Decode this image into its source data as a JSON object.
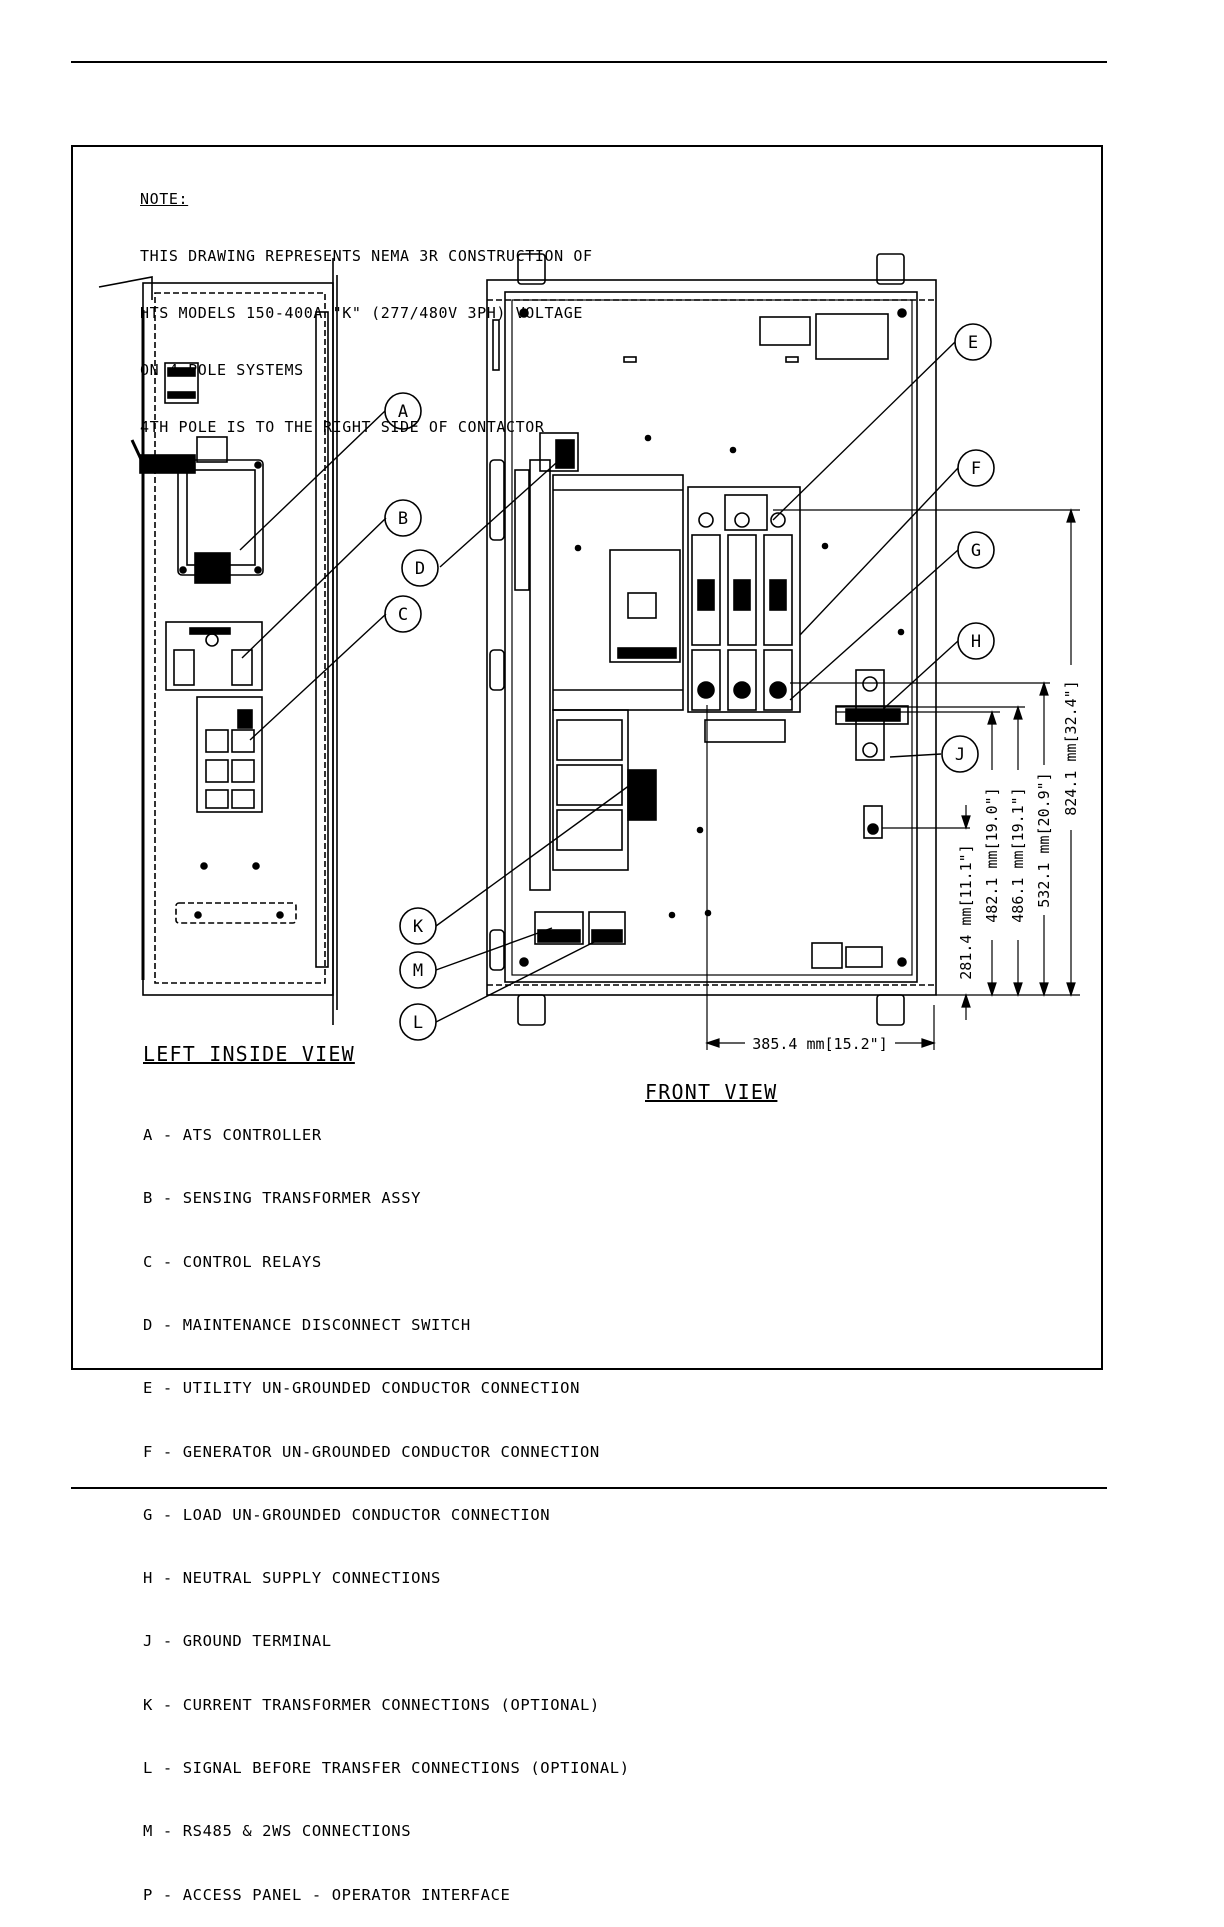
{
  "note": {
    "heading": "NOTE:",
    "lines": [
      "THIS DRAWING REPRESENTS NEMA 3R CONSTRUCTION OF",
      "HTS MODELS 150-400A \"K\" (277/480V 3PH) VOLTAGE",
      "ON 4 POLE SYSTEMS",
      "4TH POLE IS TO THE RIGHT SIDE OF CONTACTOR"
    ]
  },
  "views": {
    "left": "LEFT INSIDE VIEW",
    "front": "FRONT VIEW"
  },
  "callouts": {
    "A": "A",
    "B": "B",
    "C": "C",
    "D": "D",
    "E": "E",
    "F": "F",
    "G": "G",
    "H": "H",
    "J": "J",
    "K": "K",
    "L": "L",
    "M": "M"
  },
  "dimensions": {
    "width": "385.4 mm[15.2\"]",
    "d1": "281.4 mm[11.1\"]",
    "d2": "482.1 mm[19.0\"]",
    "d3": "486.1 mm[19.1\"]",
    "d4": "532.1 mm[20.9\"]",
    "d5": "824.1 mm[32.4\"]"
  },
  "legend": [
    "A - ATS CONTROLLER",
    "B - SENSING TRANSFORMER ASSY",
    "C - CONTROL RELAYS",
    "D - MAINTENANCE DISCONNECT SWITCH",
    "E - UTILITY UN-GROUNDED CONDUCTOR CONNECTION",
    "F - GENERATOR UN-GROUNDED CONDUCTOR CONNECTION",
    "G - LOAD UN-GROUNDED CONDUCTOR CONNECTION",
    "H - NEUTRAL SUPPLY CONNECTIONS",
    "J - GROUND TERMINAL",
    "K - CURRENT TRANSFORMER CONNECTIONS (OPTIONAL)",
    "L - SIGNAL BEFORE TRANSFER CONNECTIONS (OPTIONAL)",
    "M - RS485 & 2WS CONNECTIONS",
    "P - ACCESS PANEL - OPERATOR INTERFACE"
  ]
}
